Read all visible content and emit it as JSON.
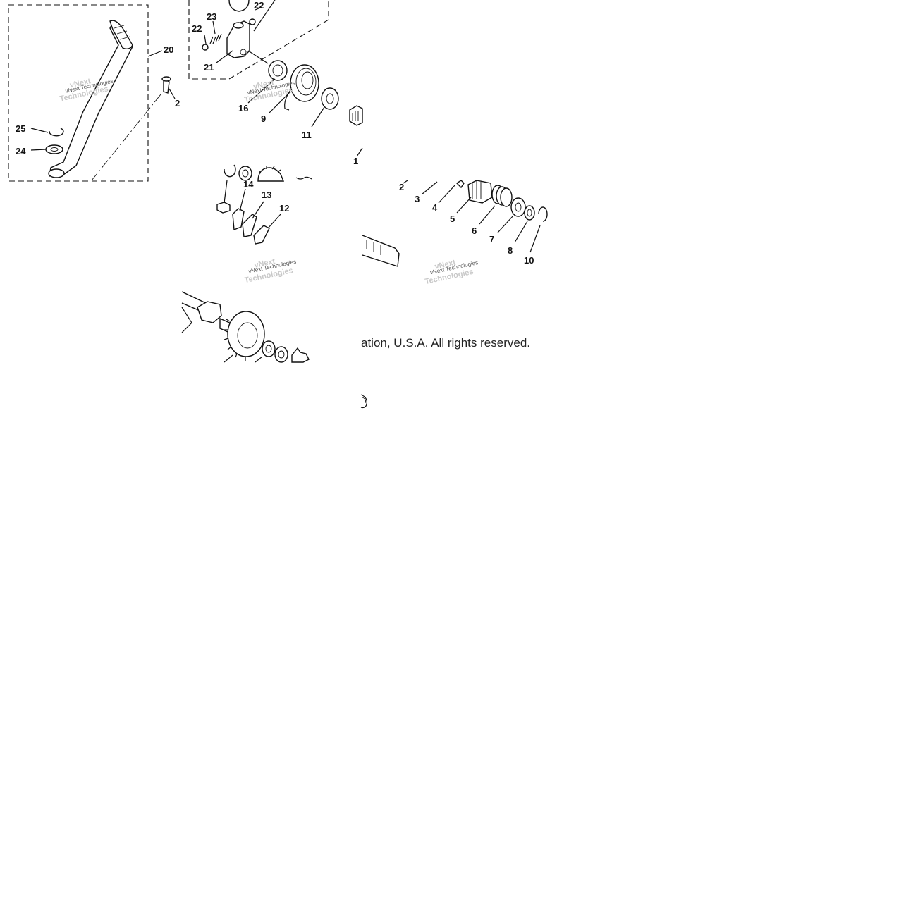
{
  "diagram": {
    "callouts": [
      {
        "id": "c20",
        "text": "20"
      },
      {
        "id": "c2a",
        "text": "2"
      },
      {
        "id": "c25",
        "text": "25"
      },
      {
        "id": "c24",
        "text": "24"
      },
      {
        "id": "c23",
        "text": "23"
      },
      {
        "id": "c22a",
        "text": "22"
      },
      {
        "id": "c22b",
        "text": "22"
      },
      {
        "id": "c21",
        "text": "21"
      },
      {
        "id": "c16",
        "text": "16"
      },
      {
        "id": "c9",
        "text": "9"
      },
      {
        "id": "c11",
        "text": "11"
      },
      {
        "id": "c1",
        "text": "1"
      },
      {
        "id": "c14",
        "text": "14"
      },
      {
        "id": "c13",
        "text": "13"
      },
      {
        "id": "c12",
        "text": "12"
      },
      {
        "id": "c2b",
        "text": "2"
      },
      {
        "id": "c3",
        "text": "3"
      },
      {
        "id": "c4",
        "text": "4"
      },
      {
        "id": "c5",
        "text": "5"
      },
      {
        "id": "c6",
        "text": "6"
      },
      {
        "id": "c7",
        "text": "7"
      },
      {
        "id": "c8",
        "text": "8"
      },
      {
        "id": "c10",
        "text": "10"
      }
    ],
    "watermarks": [
      "vNext Technologies",
      "vNext Technologies",
      "vNext Technologies",
      "vNext Technologies"
    ],
    "copyright_fragment": "ation, U.S.A. All rights reserved."
  }
}
